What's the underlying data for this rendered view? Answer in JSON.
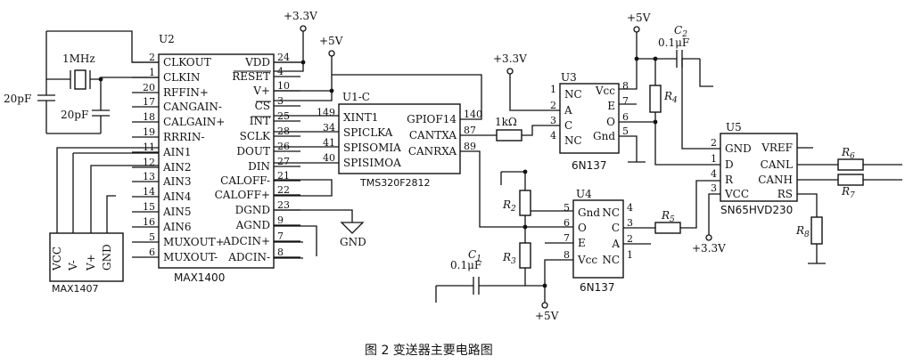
{
  "caption": "图 2  变送器主要电路图",
  "power": {
    "v33_top": "+3.3V",
    "v5_top": "+5V",
    "v33_u3": "+3.3V",
    "v5_u3": "+5V",
    "v33_u5": "+3.3V",
    "v5_bottom": "+5V",
    "gnd": "GND"
  },
  "crystal": {
    "label": "1MHz",
    "cap1": "20pF",
    "cap2": "20pF"
  },
  "u2": {
    "ref": "U2",
    "name": "MAX1400",
    "left_pins": [
      {
        "num": "2",
        "name": "CLKOUT"
      },
      {
        "num": "1",
        "name": "CLKIN"
      },
      {
        "num": "20",
        "name": "RFFIN+"
      },
      {
        "num": "17",
        "name": "CANGAIN-"
      },
      {
        "num": "18",
        "name": "CALGAIN+"
      },
      {
        "num": "19",
        "name": "RRRIN-"
      },
      {
        "num": "11",
        "name": "AIN1"
      },
      {
        "num": "12",
        "name": "AIN2"
      },
      {
        "num": "13",
        "name": "AIN3"
      },
      {
        "num": "14",
        "name": "AIN4"
      },
      {
        "num": "15",
        "name": "AIN5"
      },
      {
        "num": "16",
        "name": "AIN6"
      },
      {
        "num": "5",
        "name": "MUXOUT+"
      },
      {
        "num": "6",
        "name": "MUXOUT-"
      }
    ],
    "right_pins": [
      {
        "num": "24",
        "name": "VDD"
      },
      {
        "num": "4",
        "name": "RESET"
      },
      {
        "num": "10",
        "name": "V+"
      },
      {
        "num": "3",
        "name": "CS"
      },
      {
        "num": "25",
        "name": "INT"
      },
      {
        "num": "28",
        "name": "SCLK"
      },
      {
        "num": "26",
        "name": "DOUT"
      },
      {
        "num": "27",
        "name": "DIN"
      },
      {
        "num": "21",
        "name": "CALOFF-"
      },
      {
        "num": "22",
        "name": "CALOFF+"
      },
      {
        "num": "23",
        "name": "DGND"
      },
      {
        "num": "9",
        "name": "AGND"
      },
      {
        "num": "7",
        "name": "ADCIN+"
      },
      {
        "num": "8",
        "name": "ADCIN-"
      }
    ]
  },
  "u1": {
    "ref": "U1-C",
    "name": "TMS320F2812",
    "left_pins": [
      {
        "num": "149",
        "name": "XINT1"
      },
      {
        "num": "34",
        "name": "SPICLKA"
      },
      {
        "num": "41",
        "name": "SPISOMIA"
      },
      {
        "num": "40",
        "name": "SPISIMOA"
      }
    ],
    "right_pins": [
      {
        "num": "140",
        "name": "GPIOF14"
      },
      {
        "num": "87",
        "name": "CANTXA"
      },
      {
        "num": "89",
        "name": "CANRXA"
      }
    ]
  },
  "max1407": {
    "name": "MAX1407",
    "pins": [
      "VCC",
      "V-",
      "V+",
      "GND"
    ]
  },
  "u3": {
    "ref": "U3",
    "name": "6N137",
    "left_pins": [
      {
        "num": "1",
        "name": "NC"
      },
      {
        "num": "2",
        "name": "A"
      },
      {
        "num": "3",
        "name": "C"
      },
      {
        "num": "4",
        "name": "NC"
      }
    ],
    "right_pins": [
      {
        "num": "8",
        "name": "Vcc"
      },
      {
        "num": "7",
        "name": "E"
      },
      {
        "num": "6",
        "name": "O"
      },
      {
        "num": "5",
        "name": "Gnd"
      }
    ]
  },
  "u4": {
    "ref": "U4",
    "name": "6N137",
    "left_pins": [
      {
        "num": "5",
        "name": "Gnd"
      },
      {
        "num": "6",
        "name": "O"
      },
      {
        "num": "7",
        "name": "E"
      },
      {
        "num": "8",
        "name": "Vcc"
      }
    ],
    "right_pins": [
      {
        "num": "4",
        "name": "NC"
      },
      {
        "num": "3",
        "name": "C"
      },
      {
        "num": "2",
        "name": "A"
      },
      {
        "num": "1",
        "name": "NC"
      }
    ]
  },
  "u5": {
    "ref": "U5",
    "name": "SN65HVD230",
    "left_pins": [
      {
        "num": "2",
        "name": "GND"
      },
      {
        "num": "1",
        "name": "D"
      },
      {
        "num": "4",
        "name": "R"
      },
      {
        "num": "3",
        "name": "VCC"
      }
    ],
    "right_pins": [
      {
        "name": "VREF"
      },
      {
        "name": "CANL"
      },
      {
        "name": "CANH"
      },
      {
        "name": "RS"
      }
    ]
  },
  "parts": {
    "r1k": "1kΩ",
    "c2_ref": "C",
    "c2_sub": "2",
    "c2_val": "0.1μF",
    "r4": "R",
    "r4_sub": "4",
    "r2": "R",
    "r2_sub": "2",
    "r3": "R",
    "r3_sub": "3",
    "r5": "R",
    "r5_sub": "5",
    "r6": "R",
    "r6_sub": "6",
    "r7": "R",
    "r7_sub": "7",
    "r8": "R",
    "r8_sub": "8",
    "c1_ref": "C",
    "c1_sub": "1",
    "c1_val": "0.1μF"
  }
}
